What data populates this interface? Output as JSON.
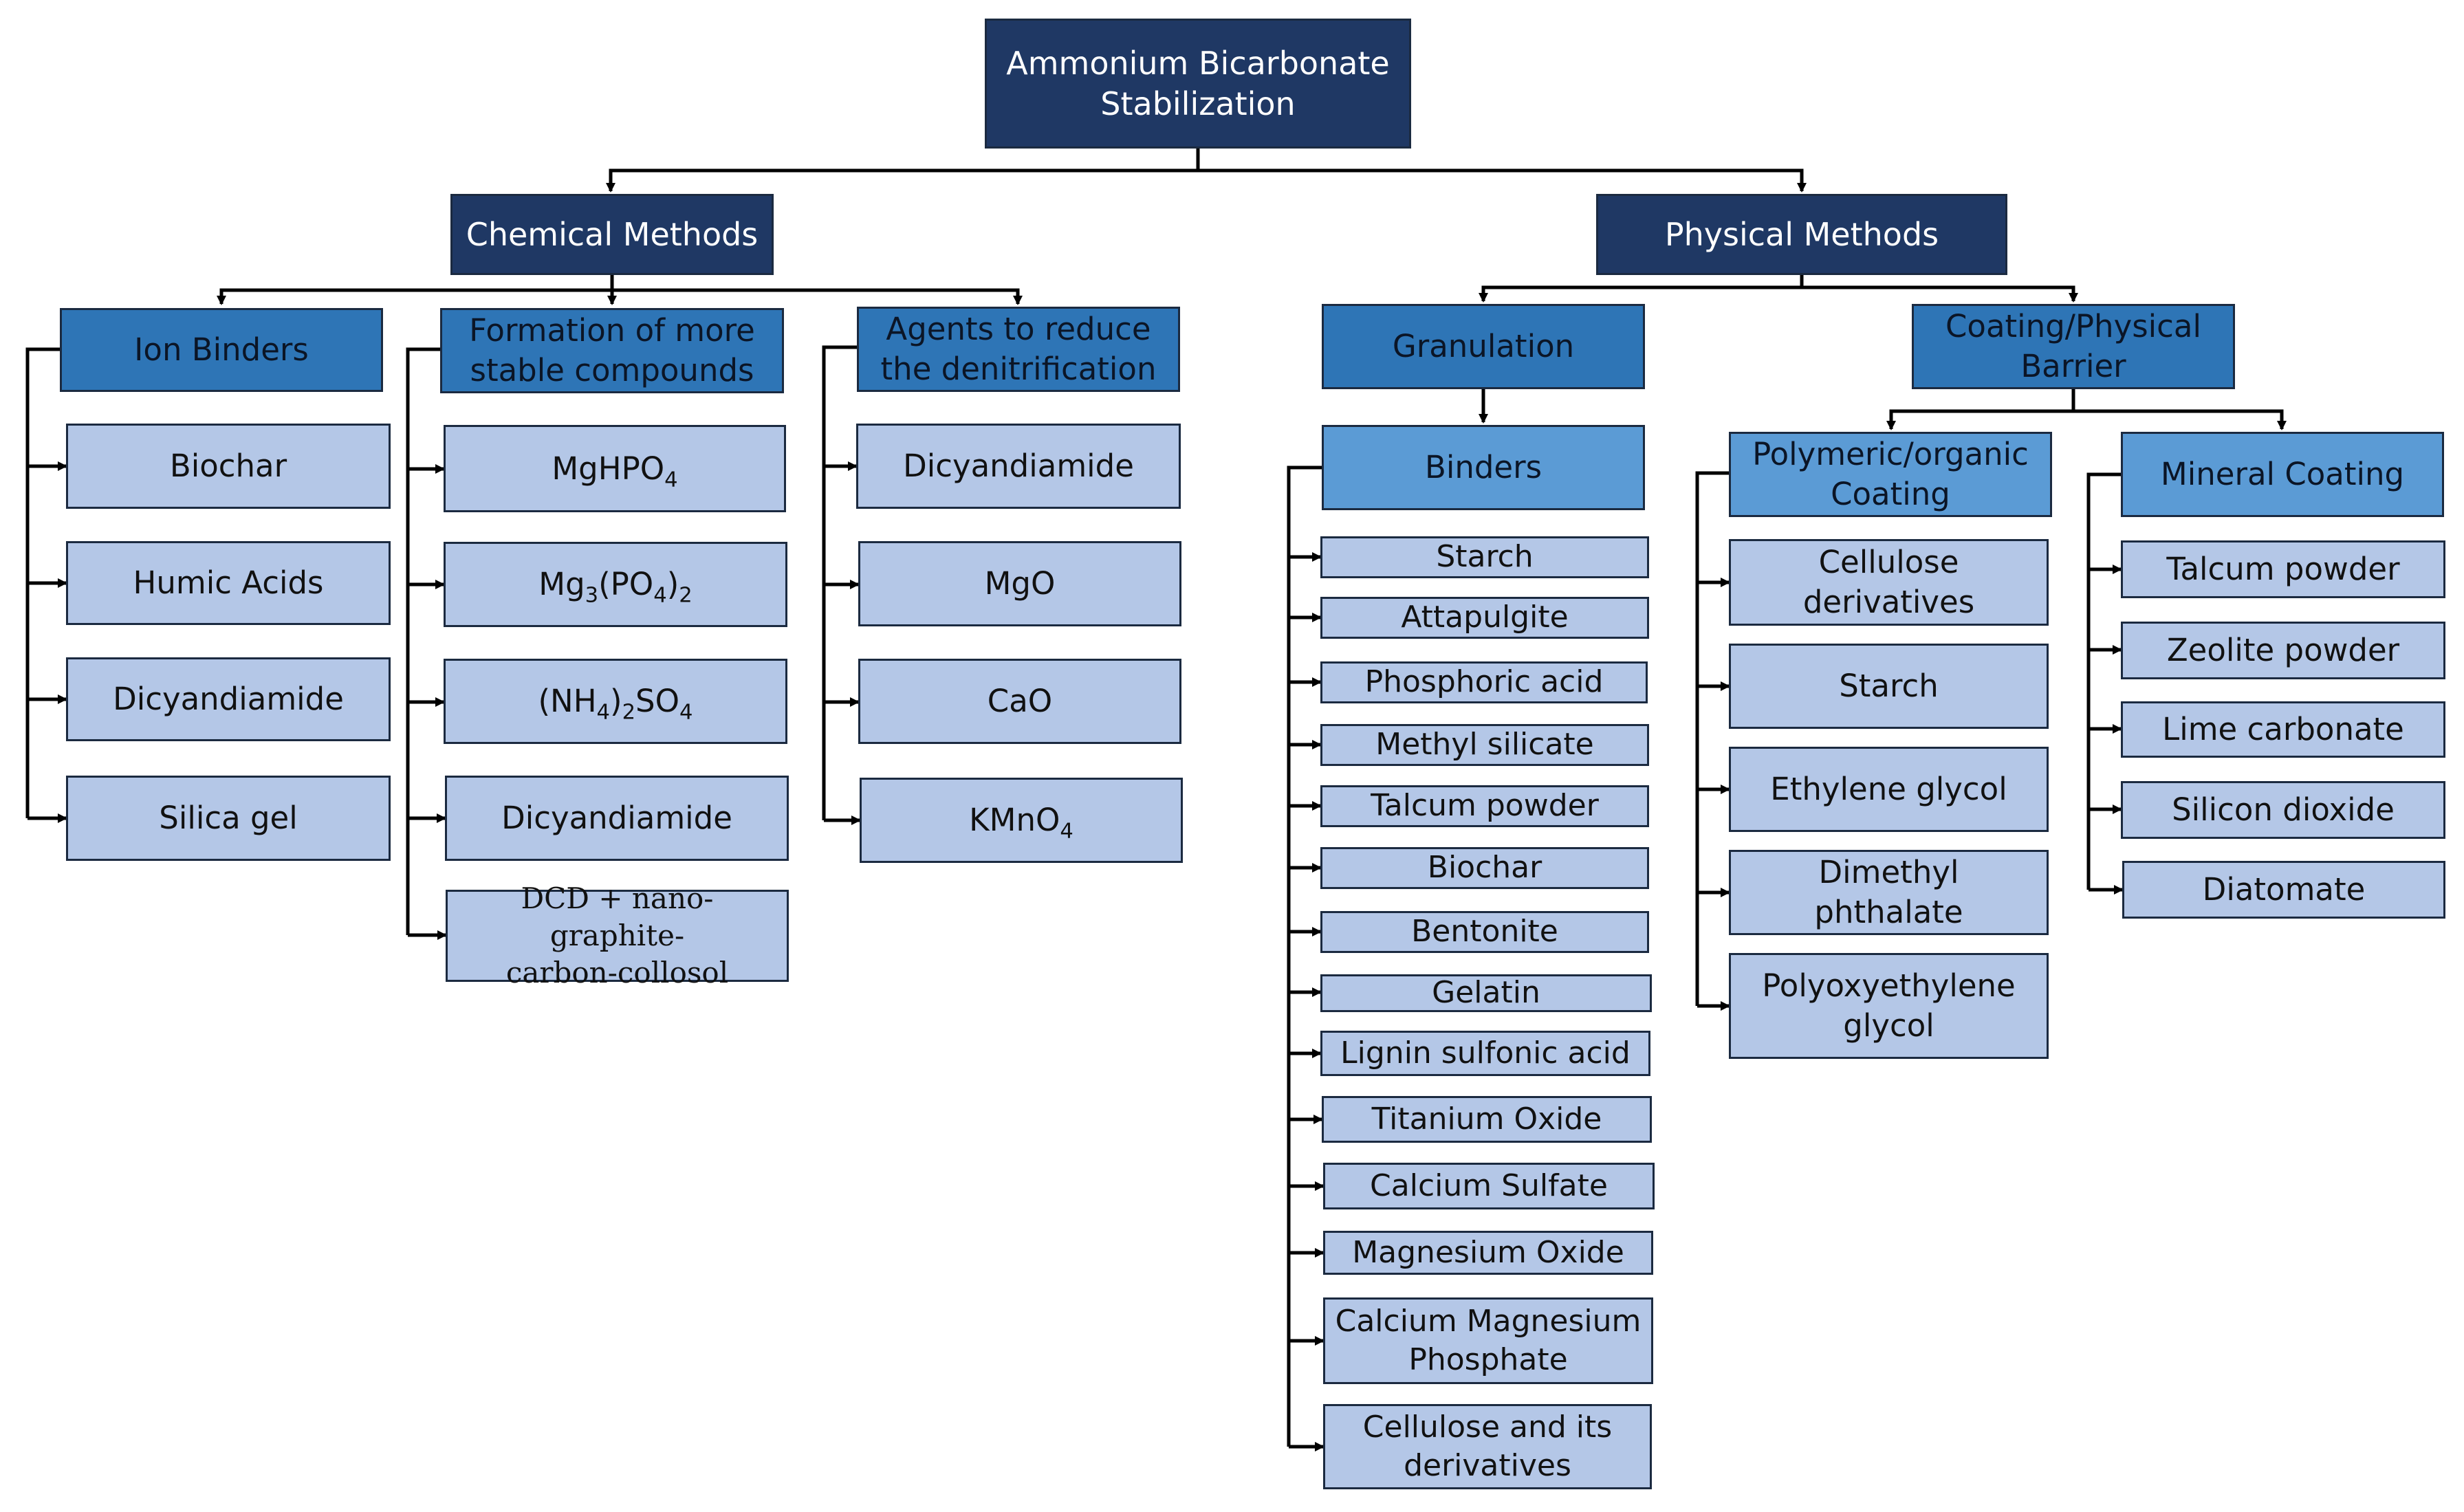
{
  "root": {
    "line1": "Ammonium Bicarbonate",
    "line2": "Stabilization"
  },
  "chemical": {
    "label": "Chemical Methods",
    "ion_binders": {
      "label": "Ion Binders",
      "items": [
        "Biochar",
        "Humic Acids",
        "Dicyandiamide",
        "Silica gel"
      ]
    },
    "stable": {
      "line1": "Formation of more",
      "line2": "stable compounds",
      "mghpo4": {
        "a": "MgHPO",
        "s1": "4"
      },
      "mg3po42": {
        "a": "Mg",
        "s1": "3",
        "b": "(PO",
        "s2": "4",
        "c": ")",
        "s3": "2"
      },
      "nh42so4": {
        "a": "(NH",
        "s1": "4",
        "b": ")",
        "s2": "2",
        "c": "SO",
        "s3": "4"
      },
      "dicyandiamide": "Dicyandiamide",
      "dcd": {
        "line1": "DCD + nano-graphite-",
        "line2": "carbon-collosol"
      }
    },
    "denitrification": {
      "line1": "Agents to reduce",
      "line2": "the denitrification",
      "dicyandiamide": "Dicyandiamide",
      "mgo": "MgO",
      "cao": "CaO",
      "kmno4": {
        "a": "KMnO",
        "s1": "4"
      }
    }
  },
  "physical": {
    "label": "Physical Methods",
    "granulation": {
      "label": "Granulation",
      "binders": {
        "label": "Binders",
        "items": [
          "Starch",
          "Attapulgite",
          "Phosphoric acid",
          "Methyl silicate",
          "Talcum powder",
          "Biochar",
          "Bentonite",
          "Gelatin",
          "Lignin sulfonic acid",
          "Titanium Oxide",
          "Calcium Sulfate",
          "Magnesium Oxide"
        ],
        "cmp": {
          "line1": "Calcium Magnesium",
          "line2": "Phosphate"
        },
        "cellulose": {
          "line1": "Cellulose and its",
          "line2": "derivatives"
        }
      }
    },
    "coating": {
      "line1": "Coating/Physical",
      "line2": "Barrier",
      "polymeric": {
        "line1": "Polymeric/organic",
        "line2": "Coating",
        "cellulose": {
          "line1": "Cellulose",
          "line2": "derivatives"
        },
        "starch": "Starch",
        "ethylene_glycol": "Ethylene glycol",
        "dimethyl_phthalate": "Dimethyl phthalate",
        "polyoxyethylene": {
          "line1": "Polyoxyethylene",
          "line2": "glycol"
        }
      },
      "mineral": {
        "label": "Mineral Coating",
        "items": [
          "Talcum powder",
          "Zeolite powder",
          "Lime carbonate",
          "Silicon dioxide",
          "Diatomate"
        ]
      }
    }
  }
}
